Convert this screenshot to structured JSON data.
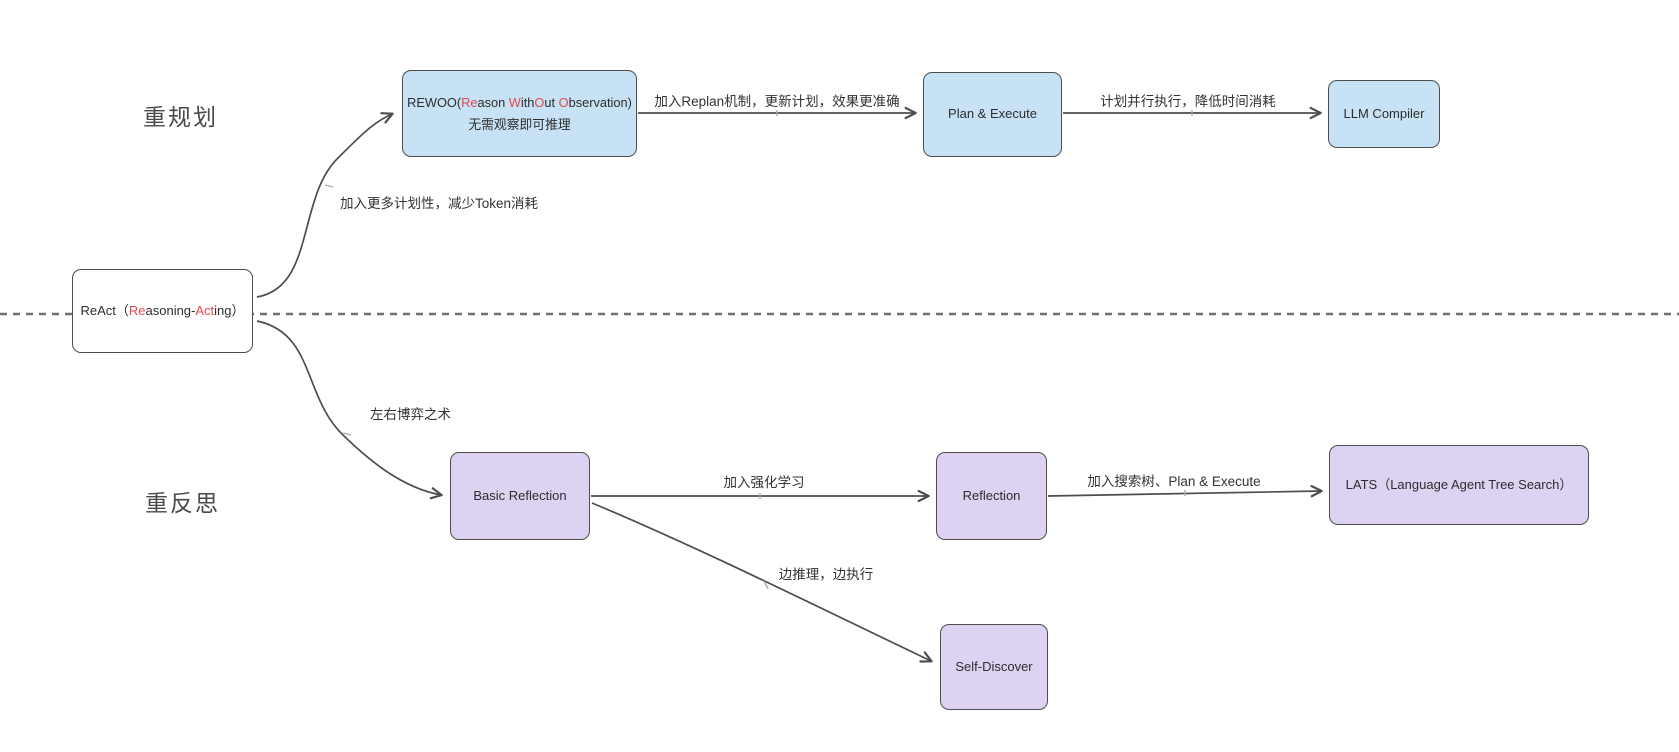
{
  "diagram": {
    "section_labels": {
      "top": "重规划",
      "bottom": "重反思"
    },
    "nodes": {
      "rewoo": {
        "line1_segments": [
          {
            "t": "REWOO(",
            "c": "dark"
          },
          {
            "t": "Re",
            "c": "red"
          },
          {
            "t": "ason ",
            "c": "dark"
          },
          {
            "t": "W",
            "c": "red"
          },
          {
            "t": "ith",
            "c": "dark"
          },
          {
            "t": "O",
            "c": "red"
          },
          {
            "t": "ut ",
            "c": "dark"
          },
          {
            "t": "O",
            "c": "red"
          },
          {
            "t": "bservation)",
            "c": "dark"
          }
        ],
        "line2": "无需观察即可推理"
      },
      "plan_execute": {
        "label": "Plan & Execute"
      },
      "llm_compiler": {
        "label": "LLM Compiler"
      },
      "react": {
        "segments": [
          {
            "t": "ReAct（",
            "c": "dark"
          },
          {
            "t": "Re",
            "c": "red"
          },
          {
            "t": "asoning-",
            "c": "dark"
          },
          {
            "t": "Act",
            "c": "red"
          },
          {
            "t": "ing）",
            "c": "dark"
          }
        ]
      },
      "basic_reflection": {
        "label": "Basic Reflection"
      },
      "reflection": {
        "label": "Reflection"
      },
      "lats": {
        "label": "LATS（Language Agent Tree Search）"
      },
      "self_discover": {
        "label": "Self-Discover"
      }
    },
    "edge_labels": {
      "react_rewoo": "加入更多计划性，减少Token消耗",
      "rewoo_plan": "加入Replan机制，更新计划，效果更准确",
      "plan_llm": "计划并行执行，降低时间消耗",
      "react_basic": "左右博弈之术",
      "basic_reflection": "加入强化学习",
      "reflection_lats": "加入搜索树、Plan & Execute",
      "basic_selfdiscover": "边推理，边执行"
    },
    "colors": {
      "background": "#ffffff",
      "blue_fill": "#c7e2f5",
      "purple_fill": "#ddd2f1",
      "node_border": "#4d4d4d",
      "text_dark": "#2d2d2d",
      "red_accent": "#e5484d",
      "edge_color": "#4d4d4d",
      "dashed_line": "#707070",
      "section_label_color": "#4a4a4a"
    }
  }
}
